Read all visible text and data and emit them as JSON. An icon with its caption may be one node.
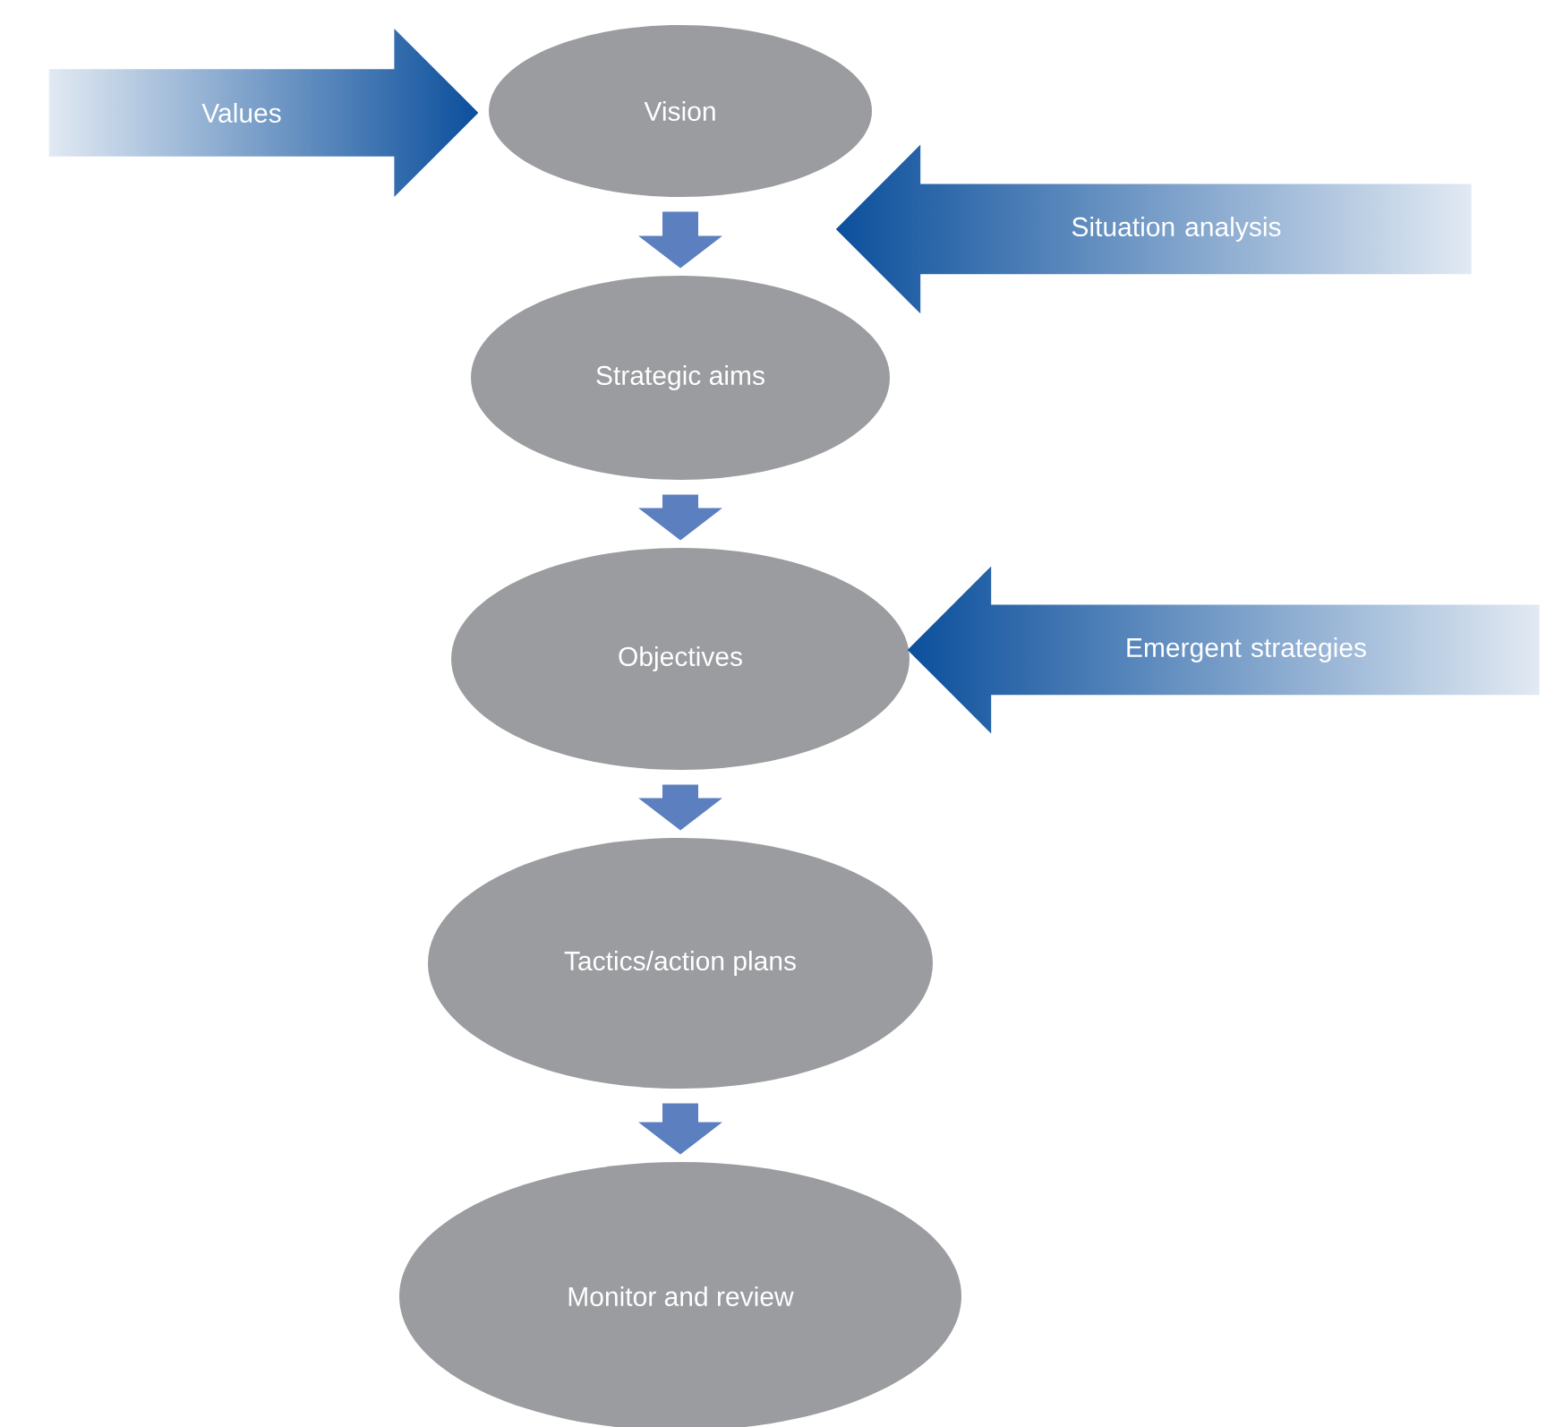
{
  "diagram": {
    "nodes": [
      {
        "text": [
          "Values"
        ]
      },
      {
        "text": [
          "Vision"
        ]
      },
      {
        "text": [
          "Situation analysis"
        ]
      },
      {
        "text": [
          "Strategic aims"
        ]
      },
      {
        "text": [
          "Objectives"
        ]
      },
      {
        "text": [
          "Emergent strategies"
        ]
      },
      {
        "text": [
          "Tactics/action plans"
        ]
      },
      {
        "text": [
          "Monitor and review"
        ]
      }
    ],
    "edges": [
      {
        "from": 1,
        "to": 3,
        "arrow": "to"
      },
      {
        "from": 3,
        "to": 4,
        "arrow": "to"
      },
      {
        "from": 4,
        "to": 6,
        "arrow": "to"
      },
      {
        "from": 6,
        "to": 7,
        "arrow": "to"
      }
    ]
  }
}
